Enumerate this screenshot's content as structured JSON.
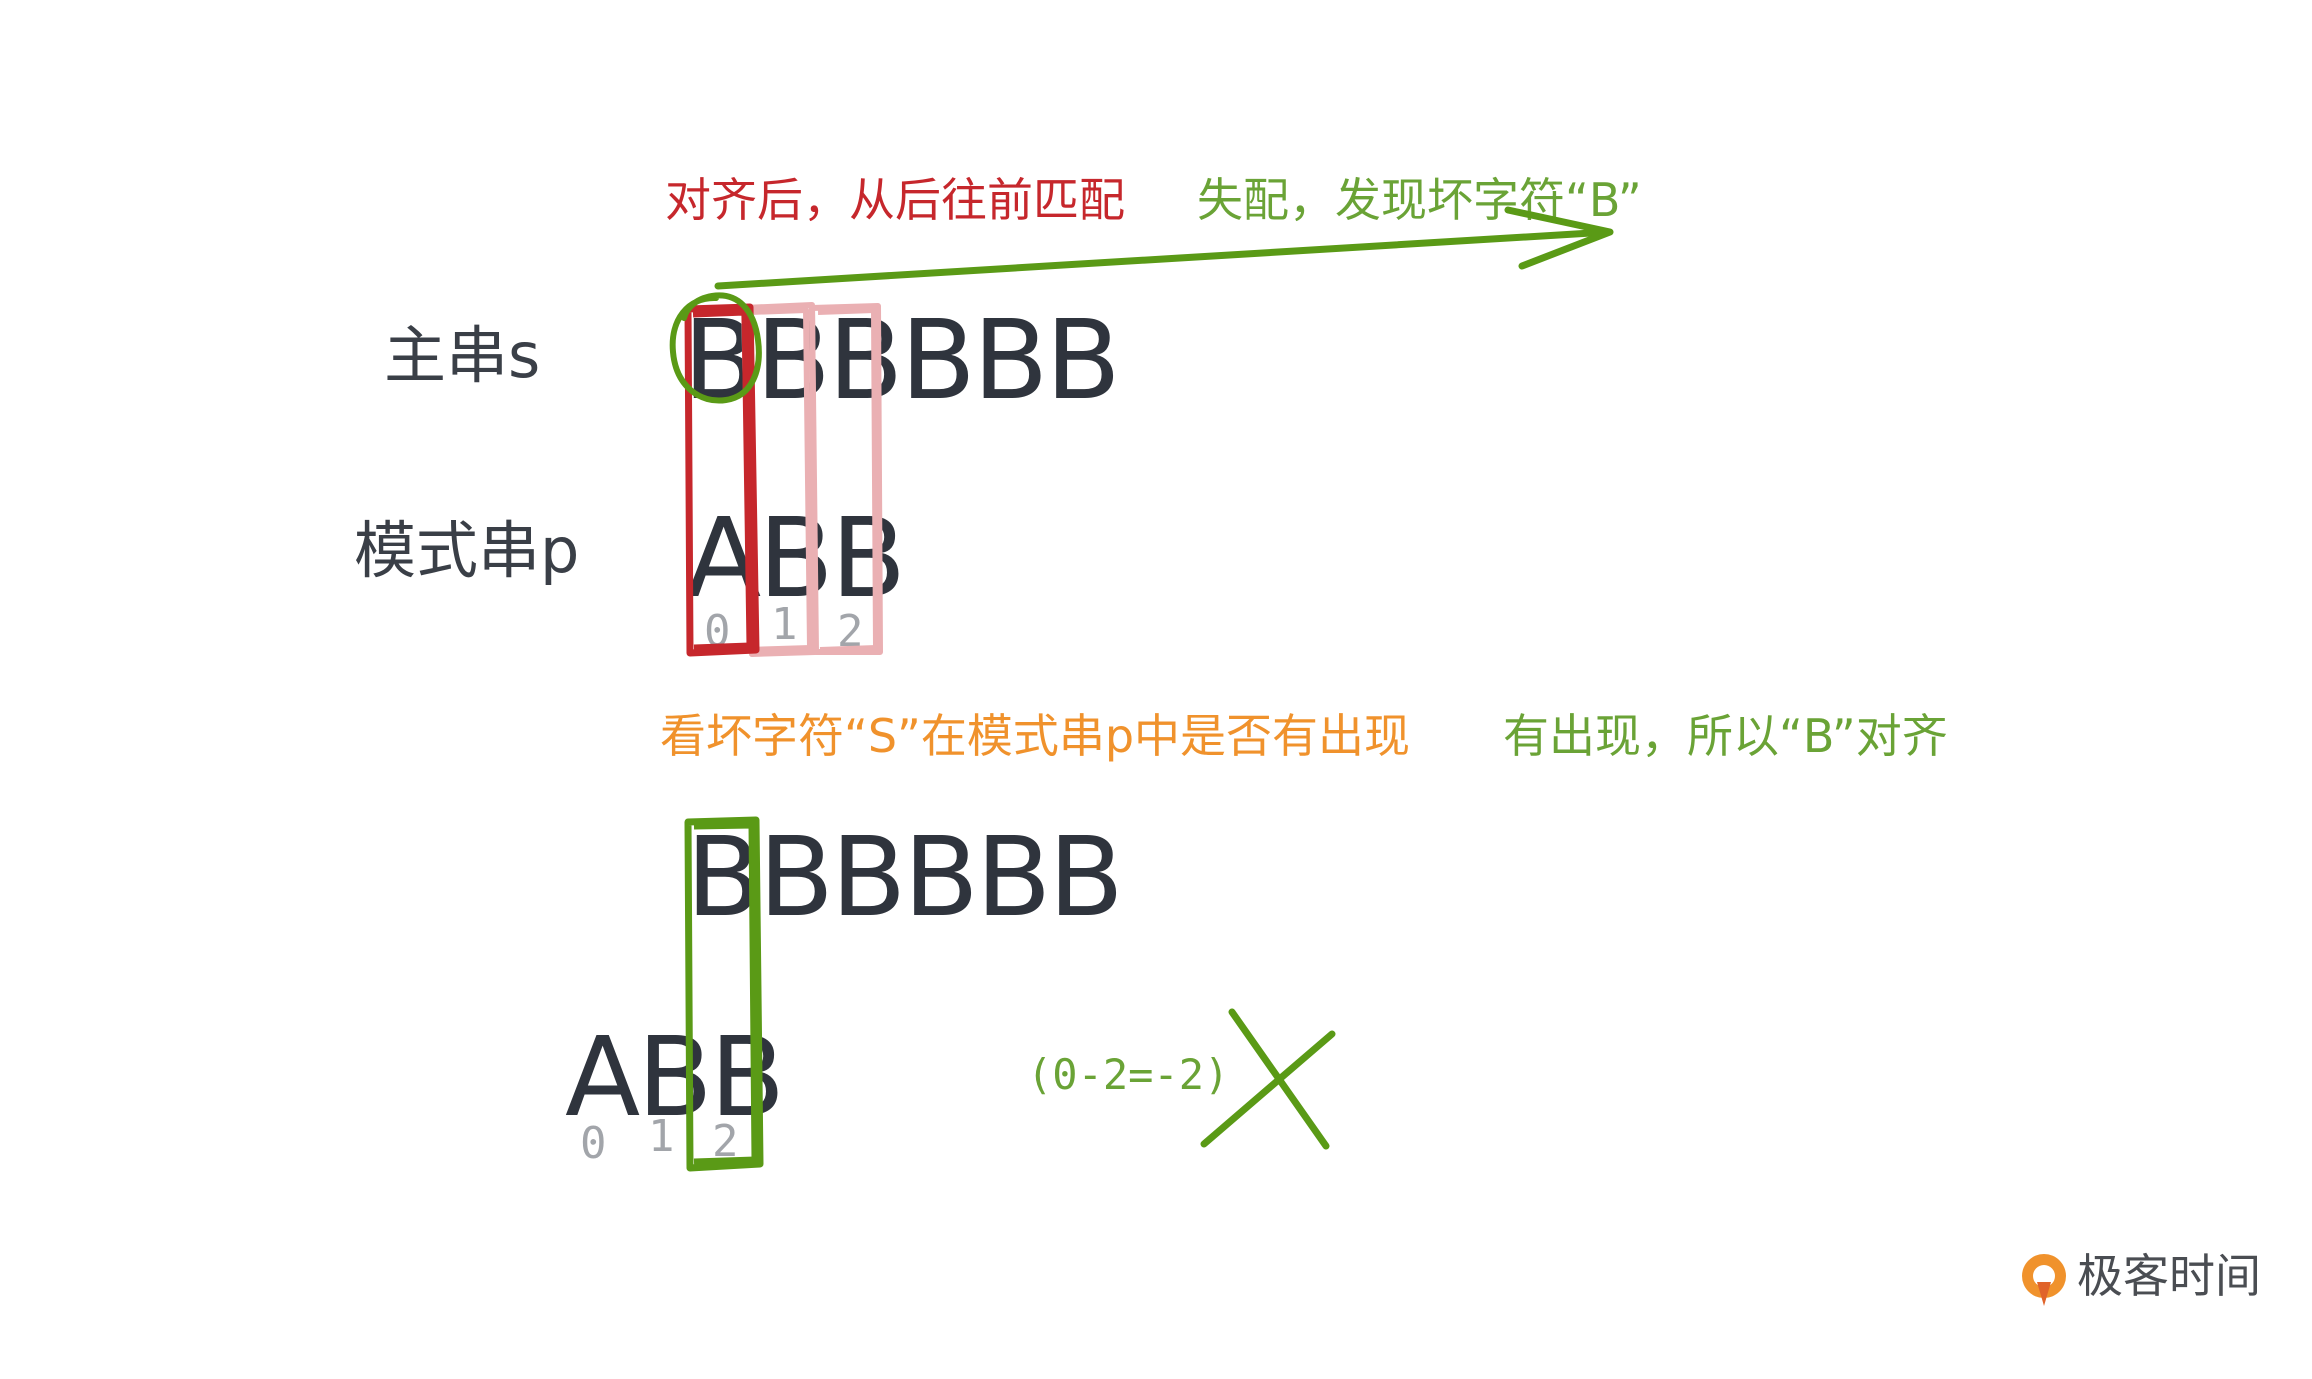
{
  "labels": {
    "main_string": "主串s",
    "pattern_string": "模式串p"
  },
  "step1": {
    "main_text": "BBBBBB",
    "pattern_text": "ABB",
    "indices": [
      "0",
      "1",
      "2"
    ],
    "note_align": "对齐后，从后往前匹配",
    "note_mismatch": "失配，发现坏字符“B”"
  },
  "step2": {
    "main_text": "BBBBBB",
    "pattern_text": "ABB",
    "indices": [
      "0",
      "1",
      "2"
    ],
    "note_check": "看坏字符“S”在模式串p中是否有出现",
    "note_found": "有出现，所以“B”对齐",
    "shift_formula": "(0-2=-2)"
  },
  "logo": {
    "text": "极客时间"
  },
  "colors": {
    "red": "#c6272c",
    "pink": "#eab0b3",
    "green": "#5a9a16",
    "orange": "#f0922c",
    "text": "#2f343d"
  }
}
